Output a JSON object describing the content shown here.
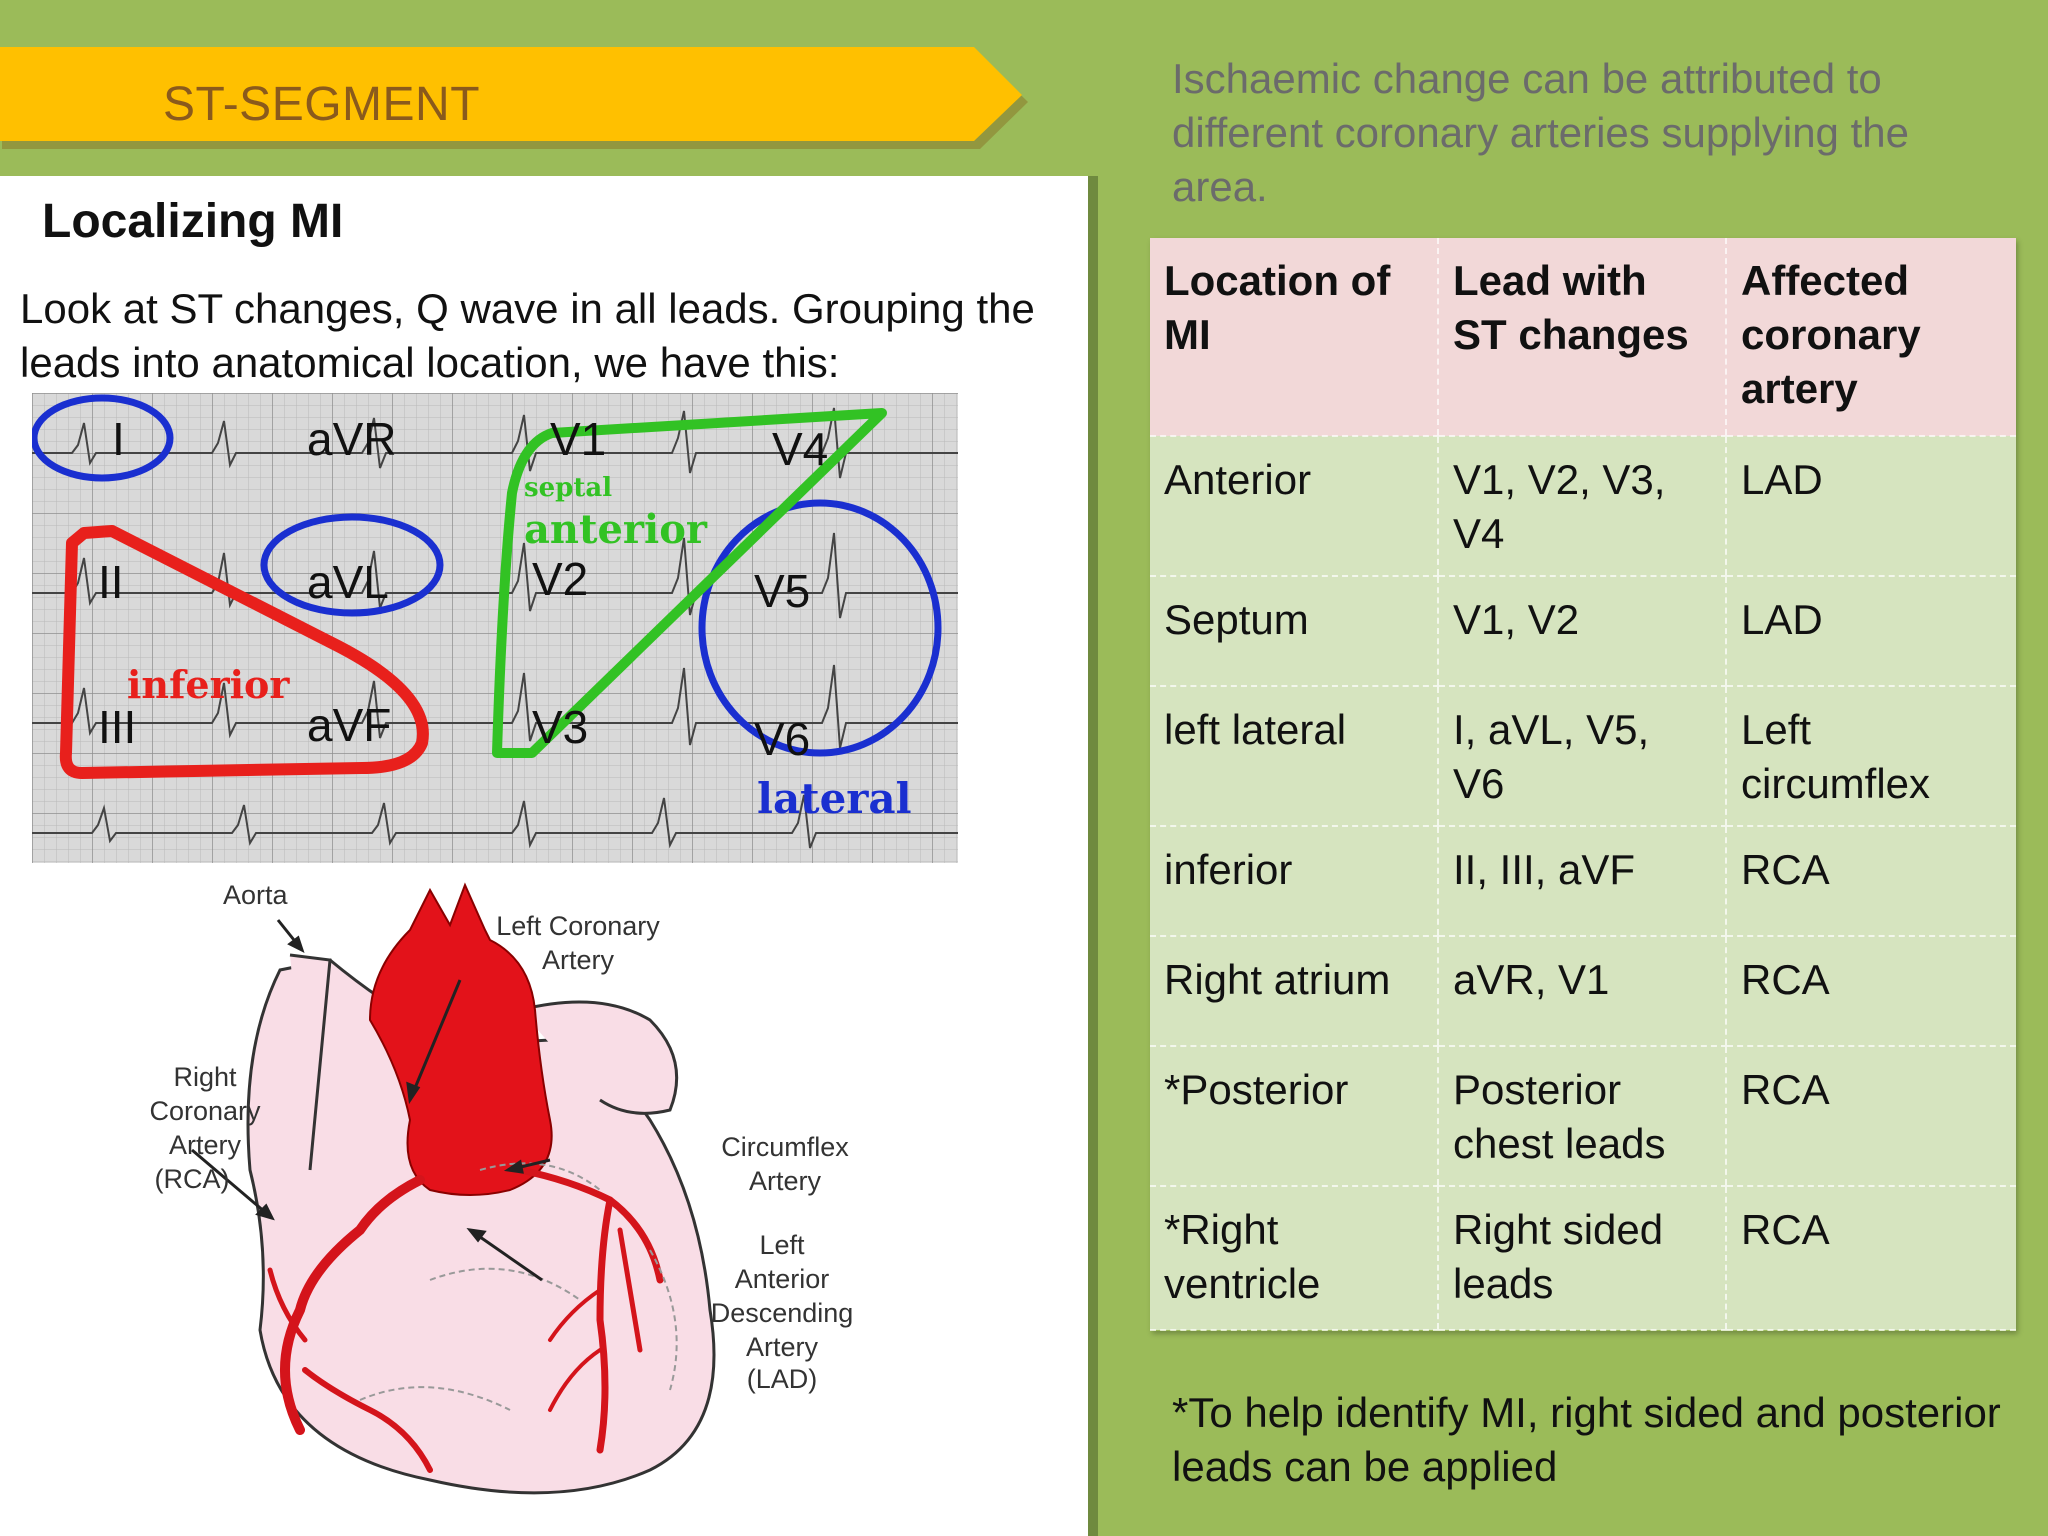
{
  "banner": {
    "title": "ST-SEGMENT"
  },
  "left": {
    "subtitle": "Localizing MI",
    "intro": "Look at ST changes, Q wave in all leads. Grouping the leads into anatomical location, we have this:"
  },
  "ecg_figure": {
    "leads": {
      "I": "I",
      "aVR": "aVR",
      "V1": "V1",
      "V4": "V4",
      "II": "II",
      "aVL": "aVL",
      "V2": "V2",
      "V5": "V5",
      "III": "III",
      "aVF": "aVF",
      "V3": "V3",
      "V6": "V6"
    },
    "regions": {
      "septal": "septal",
      "anterior": "anterior",
      "inferior": "inferior",
      "lateral": "lateral"
    },
    "colors": {
      "red": "#e8201c",
      "green": "#32c224",
      "blue": "#1a2fd0"
    }
  },
  "heart_figure": {
    "labels": {
      "aorta": "Aorta",
      "left_coronary_1": "Left Coronary",
      "left_coronary_2": "Artery",
      "right_1": "Right",
      "right_2": "Coronary",
      "right_3": "Artery",
      "right_4": "(RCA)",
      "circumflex_1": "Circumflex",
      "circumflex_2": "Artery",
      "lad_1": "Left",
      "lad_2": "Anterior",
      "lad_3": "Descending",
      "lad_4": "Artery",
      "lad_5": "(LAD)"
    }
  },
  "right": {
    "caption": "Ischaemic change can be attributed to different coronary arteries supplying the area.",
    "footnote": "*To help identify MI, right sided and posterior leads can be applied"
  },
  "table": {
    "headers": [
      "Location of MI",
      "Lead with ST changes",
      "Affected coronary artery"
    ],
    "rows": [
      [
        "Anterior",
        "V1, V2, V3, V4",
        "LAD"
      ],
      [
        "Septum",
        "V1, V2",
        "LAD"
      ],
      [
        "left lateral",
        "I, aVL, V5, V6",
        "Left circumflex"
      ],
      [
        "inferior",
        "II, III, aVF",
        "RCA"
      ],
      [
        "Right atrium",
        "aVR, V1",
        "RCA"
      ],
      [
        "*Posterior",
        "Posterior chest leads",
        "RCA"
      ],
      [
        "*Right ventricle",
        "Right sided leads",
        "RCA"
      ]
    ]
  },
  "colors": {
    "background": "#9bbb59",
    "banner": "#ffc000",
    "header_row": "#f2d8d8",
    "body_row": "#d6e4bf"
  }
}
